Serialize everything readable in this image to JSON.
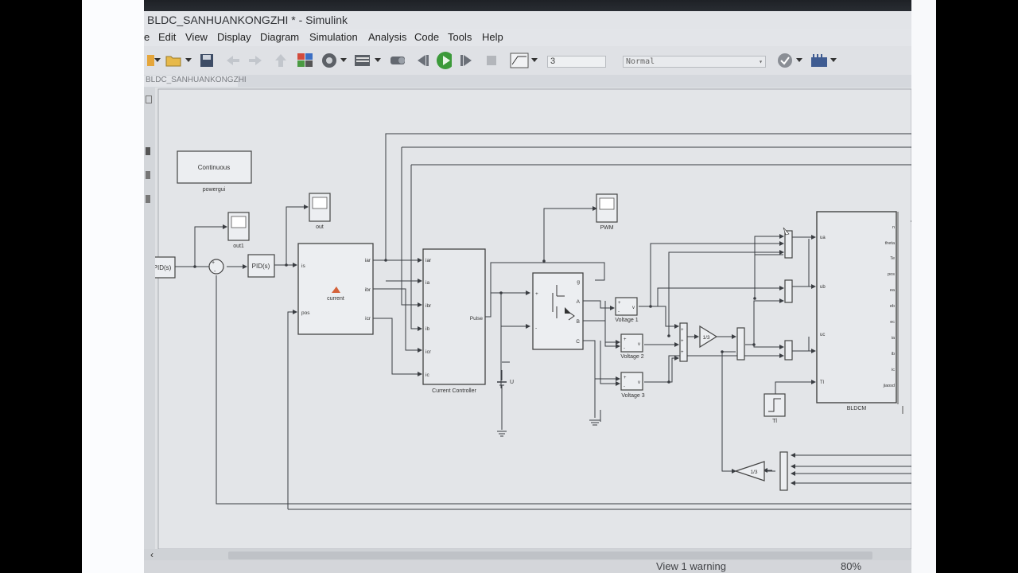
{
  "window": {
    "title": "BLDC_SANHUANKONGZHI * - Simulink"
  },
  "menu": [
    "e",
    "Edit",
    "View",
    "Display",
    "Diagram",
    "Simulation",
    "Analysis",
    "Code",
    "Tools",
    "Help"
  ],
  "toolbar": {
    "stop_time": "3",
    "sim_mode": "Normal"
  },
  "breadcrumb": {
    "model": "BLDC_SANHUANKONGZHI"
  },
  "blocks": {
    "powergui": {
      "body": "Continuous",
      "label": "powergui"
    },
    "pid_left": "PID(s)",
    "pid_mid": "PID(s)",
    "scope_out1": "out1",
    "scope_out": "out",
    "scope_pwm": "PWM",
    "current_block": {
      "label": "current",
      "in_ports": [
        "is",
        "pos"
      ],
      "out_ports": [
        "iar",
        "ibr",
        "icr"
      ]
    },
    "current_controller": {
      "label": "Current Controller",
      "in_ports": [
        "iar",
        "ia",
        "ibr",
        "ib",
        "icr",
        "ic"
      ],
      "out_port": "Pulse"
    },
    "dc_source": "U",
    "bridge_ports": [
      "g",
      "A",
      "B",
      "C",
      "+",
      "-"
    ],
    "voltage_meters": [
      "Voltage 1",
      "Voltage 2",
      "Voltage 3"
    ],
    "meter_ports": [
      "+",
      "-",
      "v"
    ],
    "gain_top": "1/3",
    "gain_bottom": "1/3",
    "step_block": "Tl",
    "bldcm": {
      "label": "BLDCM",
      "in_ports": [
        "ua",
        "ub",
        "uc",
        "Tl"
      ],
      "out_ports": [
        "n",
        "theta",
        "Te",
        "pos",
        "ea",
        "eb",
        "ec",
        "ia",
        "ib",
        "ic",
        "jiaosd"
      ]
    }
  },
  "status": {
    "warning": "View 1 warning",
    "zoom": "80%"
  },
  "colors": {
    "run_green": "#3c9a3a",
    "canvas": "#dfe1e4",
    "line": "#3a3d42"
  }
}
